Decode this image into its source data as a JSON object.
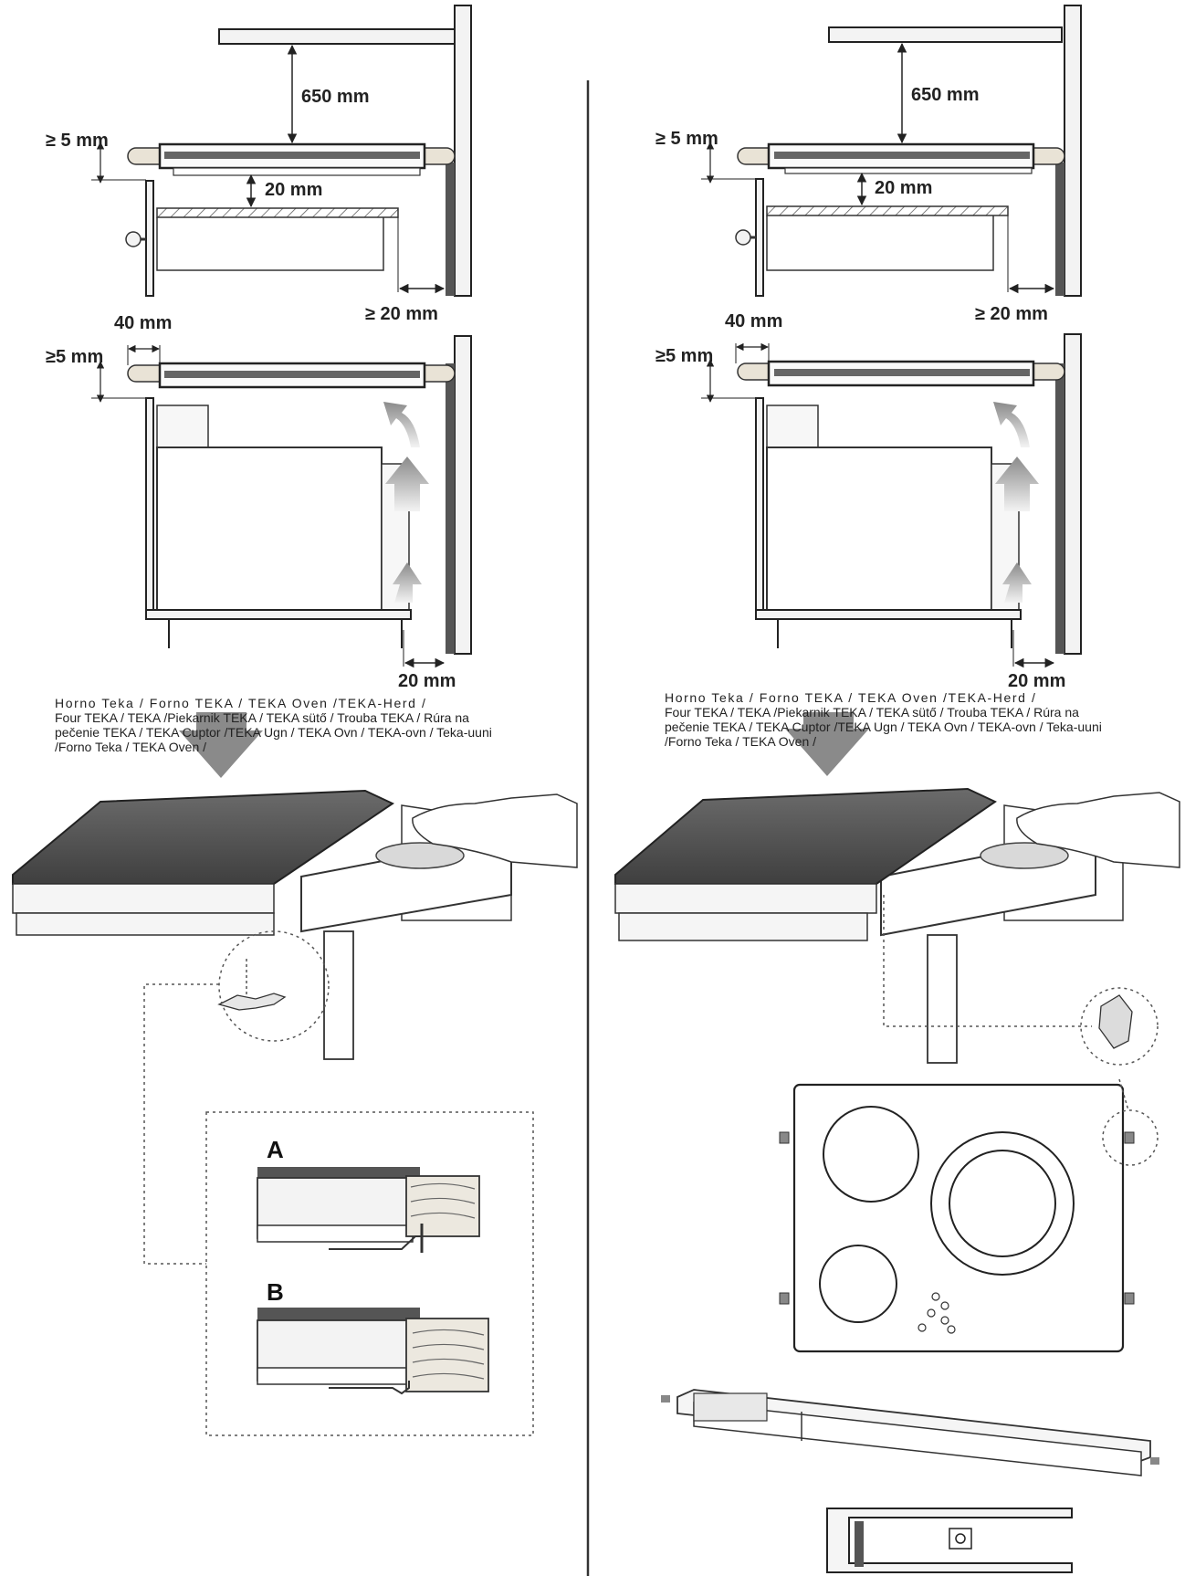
{
  "labels": {
    "d650": "650 mm",
    "d5": "≥ 5 mm",
    "d5b": "≥5 mm",
    "d20": "20 mm",
    "d20ge": "≥ 20 mm",
    "d40": "40 mm",
    "letter_a": "A",
    "letter_b": "B"
  },
  "caption": {
    "line1": "Horno Teka / Forno TEKA / TEKA Oven /TEKA-Herd /",
    "line2": "Four TEKA /  TEKA /Piekarnik TEKA / TEKA sütő / Trouba TEKA /  Rúra na",
    "line3": "pečenie TEKA / TEKA Cuptor /TEKA Ugn / TEKA Ovn / TEKA-ovn / Teka-uuni",
    "line4": "/Forno Teka / TEKA Oven /"
  },
  "colors": {
    "line": "#222222",
    "panel": "#f2f2f2",
    "hob": "#555555",
    "arrow": "#8a8a8a"
  }
}
